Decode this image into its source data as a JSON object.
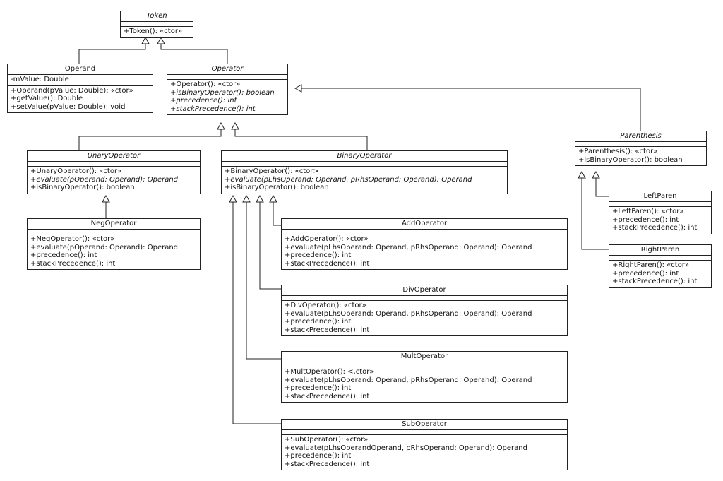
{
  "classes": {
    "token": {
      "name": "Token",
      "abstract": true,
      "attrs": [],
      "ops": [
        {
          "text": "+Token(): «ctor»",
          "abstract": false
        }
      ]
    },
    "operand": {
      "name": "Operand",
      "abstract": false,
      "attrs": [
        "-mValue: Double"
      ],
      "ops": [
        {
          "text": "+Operand(pValue: Double): «ctor»",
          "abstract": false
        },
        {
          "text": "+getValue(): Double",
          "abstract": false
        },
        {
          "text": "+setValue(pValue: Double): void",
          "abstract": false
        }
      ]
    },
    "operator": {
      "name": "Operator",
      "abstract": true,
      "attrs": [],
      "ops": [
        {
          "text": "+Operator(): «ctor»",
          "abstract": false
        },
        {
          "text": "+isBinaryOperator(): boolean",
          "abstract": true
        },
        {
          "text": "+precedence(): int",
          "abstract": true
        },
        {
          "text": "+stackPrecedence(): int",
          "abstract": true
        }
      ]
    },
    "parenthesis": {
      "name": "Parenthesis",
      "abstract": true,
      "attrs": [],
      "ops": [
        {
          "text": "+Parenthesis(): «ctor»",
          "abstract": false
        },
        {
          "text": "+isBinaryOperator(): boolean",
          "abstract": false
        }
      ]
    },
    "unary": {
      "name": "UnaryOperator",
      "abstract": true,
      "attrs": [],
      "ops": [
        {
          "text": "+UnaryOperator(): «ctor»",
          "abstract": false
        },
        {
          "text": "+evaluate(pOperand: Operand): Operand",
          "abstract": true
        },
        {
          "text": "+isBinaryOperator(): boolean",
          "abstract": false
        }
      ]
    },
    "binary": {
      "name": "BinaryOperator",
      "abstract": true,
      "attrs": [],
      "ops": [
        {
          "text": "+BinaryOperator(): «ctor>",
          "abstract": false
        },
        {
          "text": "+evaluate(pLhsOperand: Operand, pRhsOperand: Operand): Operand",
          "abstract": true
        },
        {
          "text": "+isBinaryOperator(): boolean",
          "abstract": false
        }
      ]
    },
    "neg": {
      "name": "NegOperator",
      "abstract": false,
      "attrs": [],
      "ops": [
        {
          "text": "+NegOperator(): «ctor»",
          "abstract": false
        },
        {
          "text": "+evaluate(pOperand: Operand): Operand",
          "abstract": false
        },
        {
          "text": "+precedence(): int",
          "abstract": false
        },
        {
          "text": "+stackPrecedence(): int",
          "abstract": false
        }
      ]
    },
    "leftparen": {
      "name": "LeftParen",
      "abstract": false,
      "attrs": [],
      "ops": [
        {
          "text": "+LeftParen(): «ctor»",
          "abstract": false
        },
        {
          "text": "+precedence(): int",
          "abstract": false
        },
        {
          "text": "+stackPrecedence(): int",
          "abstract": false
        }
      ]
    },
    "rightparen": {
      "name": "RightParen",
      "abstract": false,
      "attrs": [],
      "ops": [
        {
          "text": "+RightParen(): «ctor»",
          "abstract": false
        },
        {
          "text": "+precedence(): int",
          "abstract": false
        },
        {
          "text": "+stackPrecedence(): int",
          "abstract": false
        }
      ]
    },
    "add": {
      "name": "AddOperator",
      "abstract": false,
      "attrs": [],
      "ops": [
        {
          "text": "+AddOperator(): «ctor»",
          "abstract": false
        },
        {
          "text": "+evaluate(pLhsOperand: Operand, pRhsOperand: Operand): Operand",
          "abstract": false
        },
        {
          "text": "+precedence(): int",
          "abstract": false
        },
        {
          "text": "+stackPrecedence(): int",
          "abstract": false
        }
      ]
    },
    "div": {
      "name": "DivOperator",
      "abstract": false,
      "attrs": [],
      "ops": [
        {
          "text": "+DivOperator(): «ctor»",
          "abstract": false
        },
        {
          "text": "+evaluate(pLhsOperand: Operand, pRhsOperand: Operand): Operand",
          "abstract": false
        },
        {
          "text": "+precedence(): int",
          "abstract": false
        },
        {
          "text": "+stackPrecedence(): int",
          "abstract": false
        }
      ]
    },
    "mult": {
      "name": "MultOperator",
      "abstract": false,
      "attrs": [],
      "ops": [
        {
          "text": "+MultOperator(): <,ctor»",
          "abstract": false
        },
        {
          "text": "+evaluate(pLhsOperand: Operand, pRhsOperand: Operand): Operand",
          "abstract": false
        },
        {
          "text": "+precedence(): int",
          "abstract": false
        },
        {
          "text": "+stackPrecedence(): int",
          "abstract": false
        }
      ]
    },
    "sub": {
      "name": "SubOperator",
      "abstract": false,
      "attrs": [],
      "ops": [
        {
          "text": "+SubOperator(): «ctor»",
          "abstract": false
        },
        {
          "text": "+evaluate(pLhsOperandOperand, pRhsOperand: Operand): Operand",
          "abstract": false
        },
        {
          "text": "+precedence(): int",
          "abstract": false
        },
        {
          "text": "+stackPrecedence(): int",
          "abstract": false
        }
      ]
    }
  },
  "relationships": [
    {
      "child": "operand",
      "parent": "token",
      "type": "generalization"
    },
    {
      "child": "operator",
      "parent": "token",
      "type": "generalization"
    },
    {
      "child": "unary",
      "parent": "operator",
      "type": "generalization"
    },
    {
      "child": "binary",
      "parent": "operator",
      "type": "generalization"
    },
    {
      "child": "parenthesis",
      "parent": "operator",
      "type": "generalization"
    },
    {
      "child": "neg",
      "parent": "unary",
      "type": "generalization"
    },
    {
      "child": "add",
      "parent": "binary",
      "type": "generalization"
    },
    {
      "child": "div",
      "parent": "binary",
      "type": "generalization"
    },
    {
      "child": "mult",
      "parent": "binary",
      "type": "generalization"
    },
    {
      "child": "sub",
      "parent": "binary",
      "type": "generalization"
    },
    {
      "child": "leftparen",
      "parent": "parenthesis",
      "type": "generalization"
    },
    {
      "child": "rightparen",
      "parent": "parenthesis",
      "type": "generalization"
    }
  ],
  "colors": {
    "line": "#222222",
    "background": "#ffffff"
  }
}
